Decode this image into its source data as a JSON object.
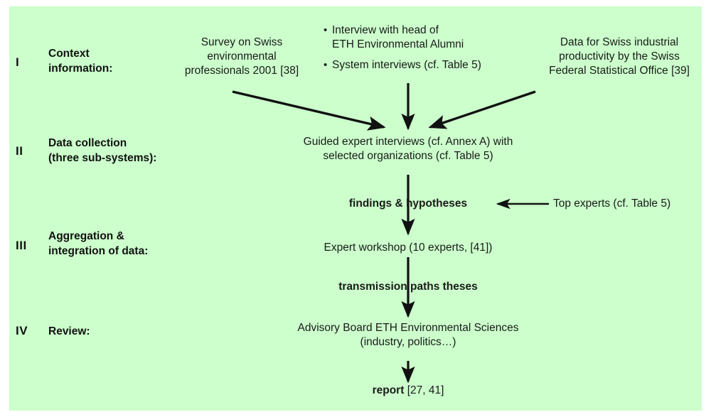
{
  "diagram": {
    "title": "Research process phases",
    "background_color": "#ccffcc",
    "page_color": "#ffffff",
    "text_color": "#1a1a1a",
    "arrow_color": "#111111"
  },
  "stages": [
    {
      "numeral": "I",
      "label": "Context\ninformation:"
    },
    {
      "numeral": "II",
      "label": "Data collection\n(three sub-systems):"
    },
    {
      "numeral": "III",
      "label": "Aggregation &\nintegration of data:"
    },
    {
      "numeral": "IV",
      "label": "Review:"
    }
  ],
  "sources": {
    "left": "Survey on Swiss\nenvironmental\nprofessionals 2001 [38]",
    "center_bullets": [
      "Interview with head of\nETH Environmental Alumni",
      "System interviews (cf. Table 5)"
    ],
    "right": "Data for Swiss industrial\nproductivity by the Swiss\nFederal Statistical Office  [39]"
  },
  "flow": {
    "data_collection": "Guided expert interviews (cf. Annex A) with\nselected organizations (cf. Table 5)",
    "findings": "findings & hypotheses",
    "top_experts": "Top experts (cf. Table 5)",
    "workshop": "Expert workshop (10 experts, [41])",
    "theses": "transmission paths theses",
    "advisory_board": "Advisory Board ETH Environmental Sciences\n(industry, politics…)",
    "report_bold": "report",
    "report_rest": " [27, 41]"
  }
}
